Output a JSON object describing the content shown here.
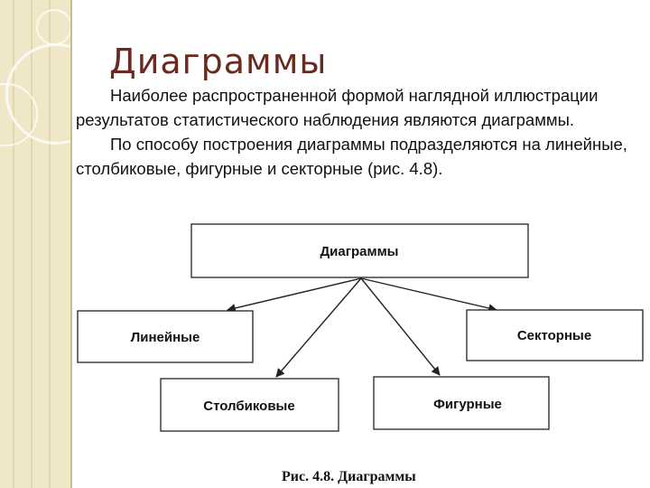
{
  "slide": {
    "title": "Диаграммы"
  },
  "text": {
    "paragraph1": "Наиболее распространенной формой наглядной иллюстрации результатов статистического наблюдения являются диаграммы.",
    "paragraph2": "По способу построения диаграммы подразделяются на линейные, столбиковые, фигурные и секторные (рис. 4.8)."
  },
  "diagram": {
    "root": "Диаграммы",
    "children": [
      "Линейные",
      "Секторные",
      "Столбиковые",
      "Фигурные"
    ]
  },
  "caption": "Рис. 4.8. Диаграммы"
}
